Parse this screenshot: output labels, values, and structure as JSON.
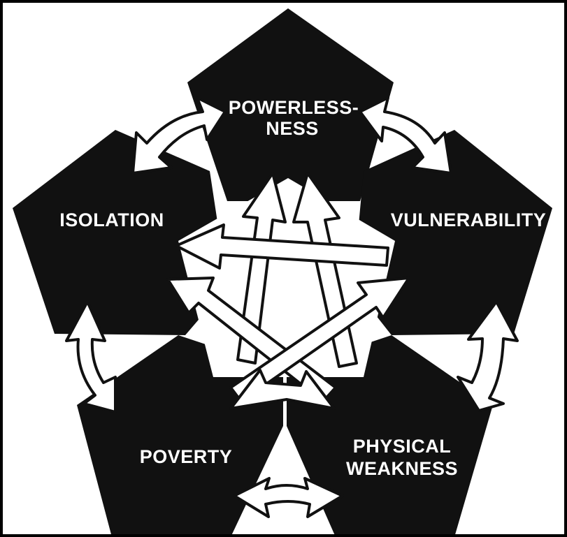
{
  "diagram": {
    "labels": {
      "powerlessness_line1": "POWERLESS-",
      "powerlessness_line2": "NESS",
      "isolation": "ISOLATION",
      "vulnerability": "VULNERABILITY",
      "poverty": "POVERTY",
      "physical_weakness_line1": "PHYSICAL",
      "physical_weakness_line2": "WEAKNESS"
    },
    "colors": {
      "shape_fill": "#111111",
      "arrow_fill": "#ffffff",
      "arrow_stroke": "#111111",
      "background": "#ffffff",
      "border": "#000000"
    }
  }
}
